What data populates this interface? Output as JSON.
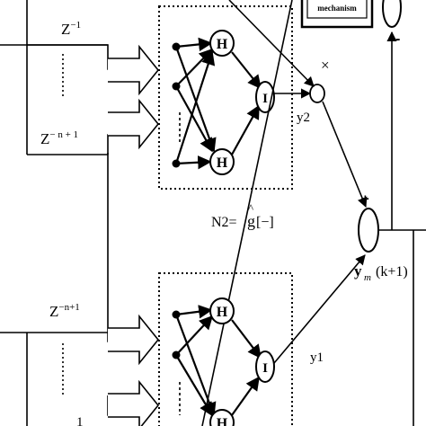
{
  "labels": {
    "z_inv_top": "Z",
    "z_inv_top_exp": "−1",
    "z_n1_top": "Z",
    "z_n1_top_exp": "− n + 1",
    "z_n1_bottom": "Z",
    "z_n1_bottom_exp": "−n+1",
    "z_bottom_partial": "1",
    "mechanism": "mechanism",
    "y2": "y2",
    "y1": "y1",
    "multiply": "×",
    "plus": "+",
    "minus": "-",
    "n2_equation": "N2=",
    "g_hat": "g",
    "hat_symbol": "^",
    "g_arg": "[−]",
    "ym_y": "y",
    "ym_sub": "m",
    "ym_arg": "(k+1)",
    "neuron_hidden": "H",
    "neuron_output": "I"
  },
  "colors": {
    "stroke": "#000000",
    "background": "#ffffff",
    "mechanism_box": "#000000"
  }
}
